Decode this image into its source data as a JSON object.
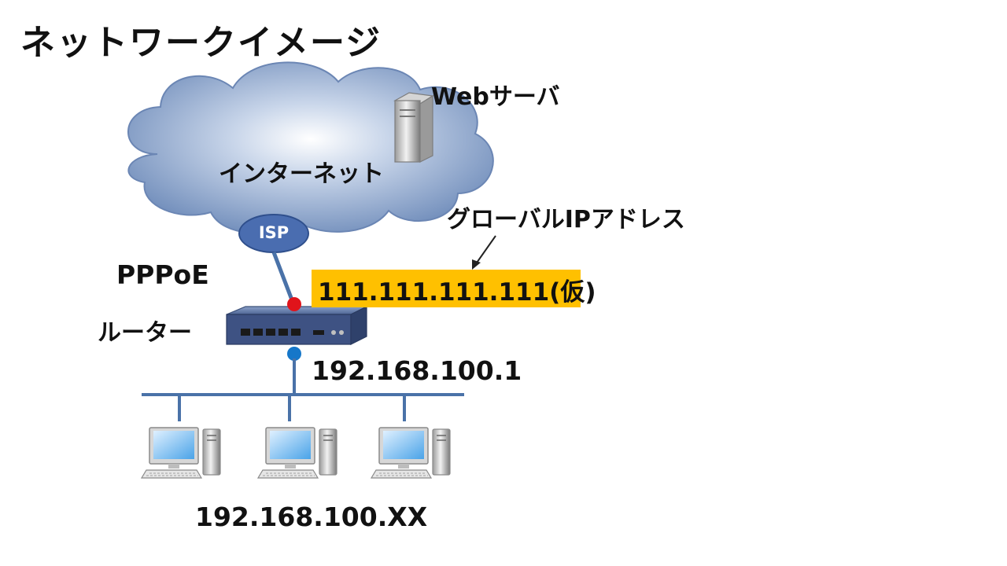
{
  "title": "ネットワークイメージ",
  "labels": {
    "internet": "インターネット",
    "web_server": "Webサーバ",
    "isp": "ISP",
    "global_ip_label": "グローバルIPアドレス",
    "global_ip_value": "111.111.111.111(仮)",
    "pppoe": "PPPoE",
    "router": "ルーター",
    "router_ip": "192.168.100.1",
    "client_ip": "192.168.100.XX"
  },
  "colors": {
    "cloud": "#7c97bf",
    "isp_bubble": "#4a6db0",
    "network_line": "#4a72a8",
    "address_highlight": "#ffc000",
    "wan_dot": "#e0141b",
    "lan_dot": "#1677c9"
  },
  "icons": [
    "cloud-icon",
    "server-icon",
    "router-icon",
    "computer-icon"
  ]
}
